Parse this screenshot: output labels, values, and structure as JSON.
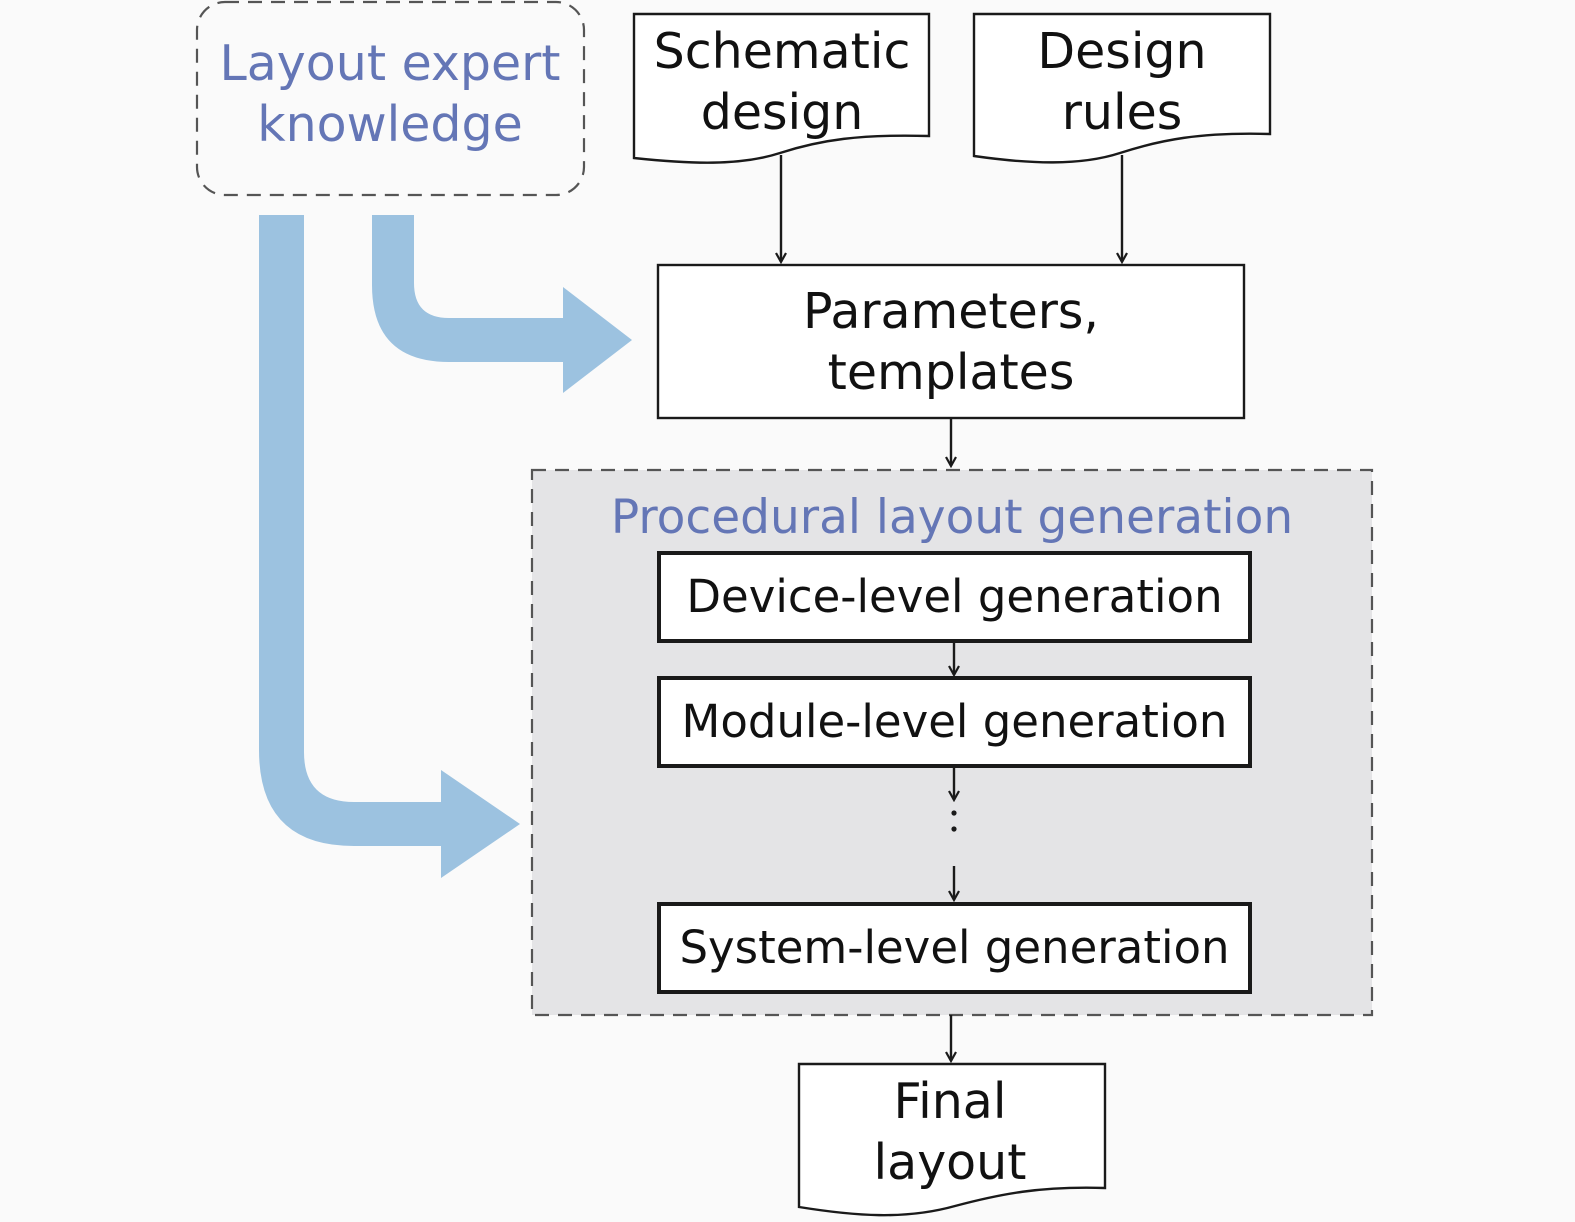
{
  "diagram": {
    "expert_knowledge": "Layout expert\nknowledge",
    "schematic_design": "Schematic\ndesign",
    "design_rules": "Design\nrules",
    "parameters_templates": "Parameters,\ntemplates",
    "procedural_title": "Procedural layout generation",
    "device_level": "Device-level generation",
    "module_level": "Module-level generation",
    "system_level": "System-level generation",
    "final_layout": "Final\nlayout"
  },
  "colors": {
    "background": "#fafafa",
    "box_stroke": "#1a1a1a",
    "dashed_stroke": "#555555",
    "group_fill": "#e4e4e6",
    "flow_arrow": "#9cc2e0",
    "title_text": "#6476b6"
  },
  "icons": {
    "flow_arrow": "curved-thick-arrow",
    "connector": "down-arrow",
    "ellipsis": "vertical-dots"
  }
}
